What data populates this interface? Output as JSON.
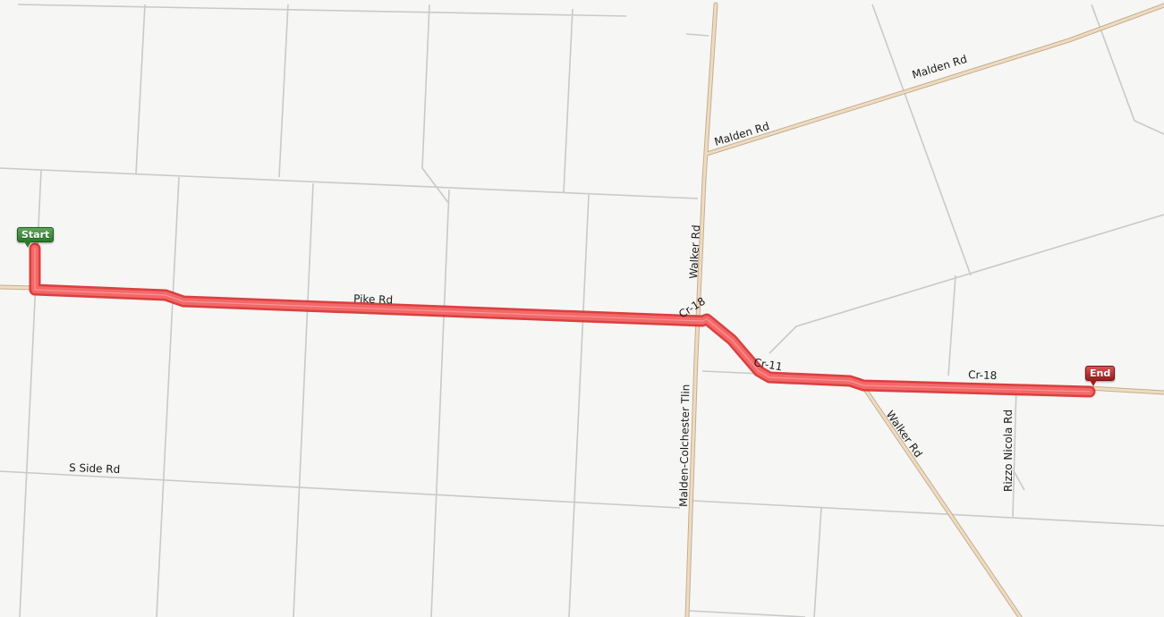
{
  "map": {
    "colors": {
      "background": "#f6f6f5",
      "minor_road": "#c9c9c9",
      "major_road_fill": "#e6d3b8",
      "major_road_casing": "#c8ad8a",
      "route": "#f24848",
      "route_casing": "#d82b2b"
    },
    "road_labels": {
      "pike_rd": "Pike Rd",
      "walker_rd_north": "Walker Rd",
      "walker_rd_south": "Walker Rd",
      "malden_rd_west": "Malden Rd",
      "malden_rd_east": "Malden Rd",
      "cr_18_west": "Cr-18",
      "cr_18_east": "Cr-18",
      "cr_11": "Cr-11",
      "malden_colchester": "Malden-Colchester Tlin",
      "s_side_rd": "S Side Rd",
      "rizzo_nicola_rd": "Rizzo Nicola Rd"
    },
    "markers": {
      "start_label": "Start",
      "end_label": "End"
    }
  }
}
